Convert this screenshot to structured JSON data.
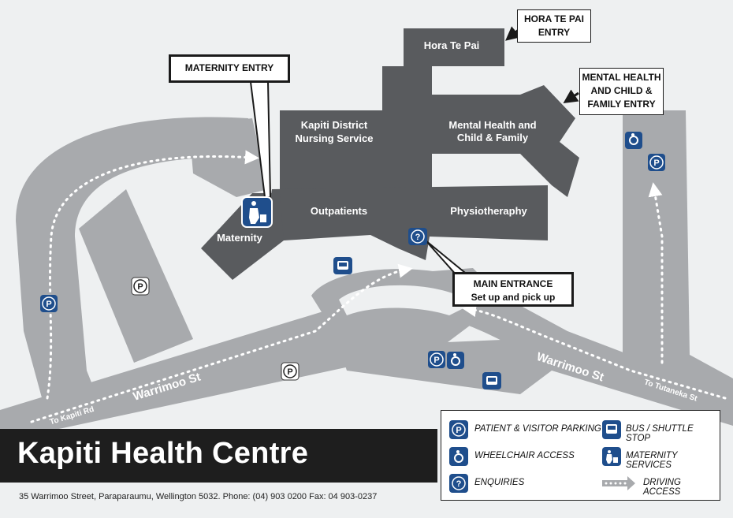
{
  "buildings": {
    "hora_te_pai": "Hora Te Pai",
    "kapiti_district_line1": "Kapiti District",
    "kapiti_district_line2": "Nursing Service",
    "mental_health_line1": "Mental Health and",
    "mental_health_line2": "Child & Family",
    "outpatients": "Outpatients",
    "physiotheraphy": "Physiotheraphy",
    "maternity": "Maternity"
  },
  "callouts": {
    "maternity_entry": "MATERNITY ENTRY",
    "hora_te_pai_entry_line1": "HORA TE PAI",
    "hora_te_pai_entry_line2": "ENTRY",
    "mental_health_entry_line1": "MENTAL HEALTH",
    "mental_health_entry_line2": "AND CHILD &",
    "mental_health_entry_line3": "FAMILY  ENTRY",
    "main_entrance_line1": "MAIN ENTRANCE",
    "main_entrance_line2": "Set up and pick up"
  },
  "streets": {
    "warrimoo_west": "Warrimoo St",
    "warrimoo_east": "Warrimoo St",
    "to_kapiti_rd": "To Kapiti Rd",
    "to_tutaneka_st": "To Tutaneka St"
  },
  "title": "Kapiti Health Centre",
  "address": "35 Warrimoo Street, Paraparaumu, Wellington 5032. Phone: (04) 903 0200  Fax: 04 903-0237",
  "legend": {
    "patient_parking": "PATIENT & VISITOR PARKING",
    "bus_stop": "BUS / SHUTTLE STOP",
    "wheelchair": "WHEELCHAIR ACCESS",
    "maternity_services": "MATERNITY SERVICES",
    "enquiries": "ENQUIRIES",
    "driving_access": "DRIVING ACCESS"
  },
  "colors": {
    "road": "#a8aaad",
    "building": "#595b5e",
    "icon_blue": "#1f4e8c",
    "title_bar": "#1e1e1e"
  }
}
